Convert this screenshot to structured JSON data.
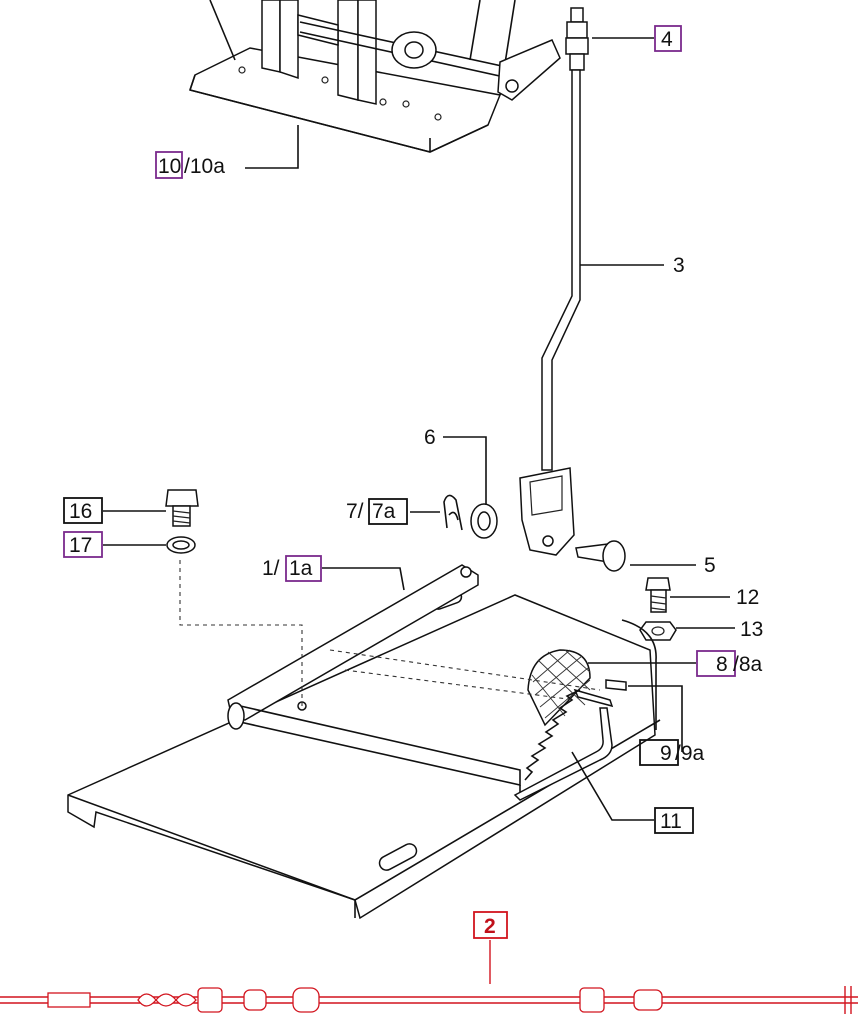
{
  "callouts": {
    "c_10": {
      "key": "10",
      "suffix": "/10a"
    },
    "c_4": {
      "key": "4",
      "suffix": ""
    },
    "c_3": {
      "key": "",
      "suffix": "3"
    },
    "c_6": {
      "key": "",
      "suffix": "6"
    },
    "c_16": {
      "key": "16",
      "suffix": ""
    },
    "c_7": {
      "prefix": "7/",
      "key": "7a"
    },
    "c_17": {
      "key": "17",
      "suffix": ""
    },
    "c_1": {
      "prefix": "1/",
      "key": "1a"
    },
    "c_5": {
      "key": "",
      "suffix": "5"
    },
    "c_12": {
      "key": "",
      "suffix": "12"
    },
    "c_13": {
      "key": "",
      "suffix": "13"
    },
    "c_8": {
      "key": "8",
      "suffix": "/8a"
    },
    "c_9": {
      "key": "9",
      "suffix": "/9a"
    },
    "c_11": {
      "key": "11",
      "suffix": ""
    },
    "c_2": {
      "key": "2",
      "suffix": ""
    }
  },
  "colors": {
    "highlight_box": "#7a2a8c",
    "plain_box": "#111111",
    "cable_red": "#d2141e"
  }
}
